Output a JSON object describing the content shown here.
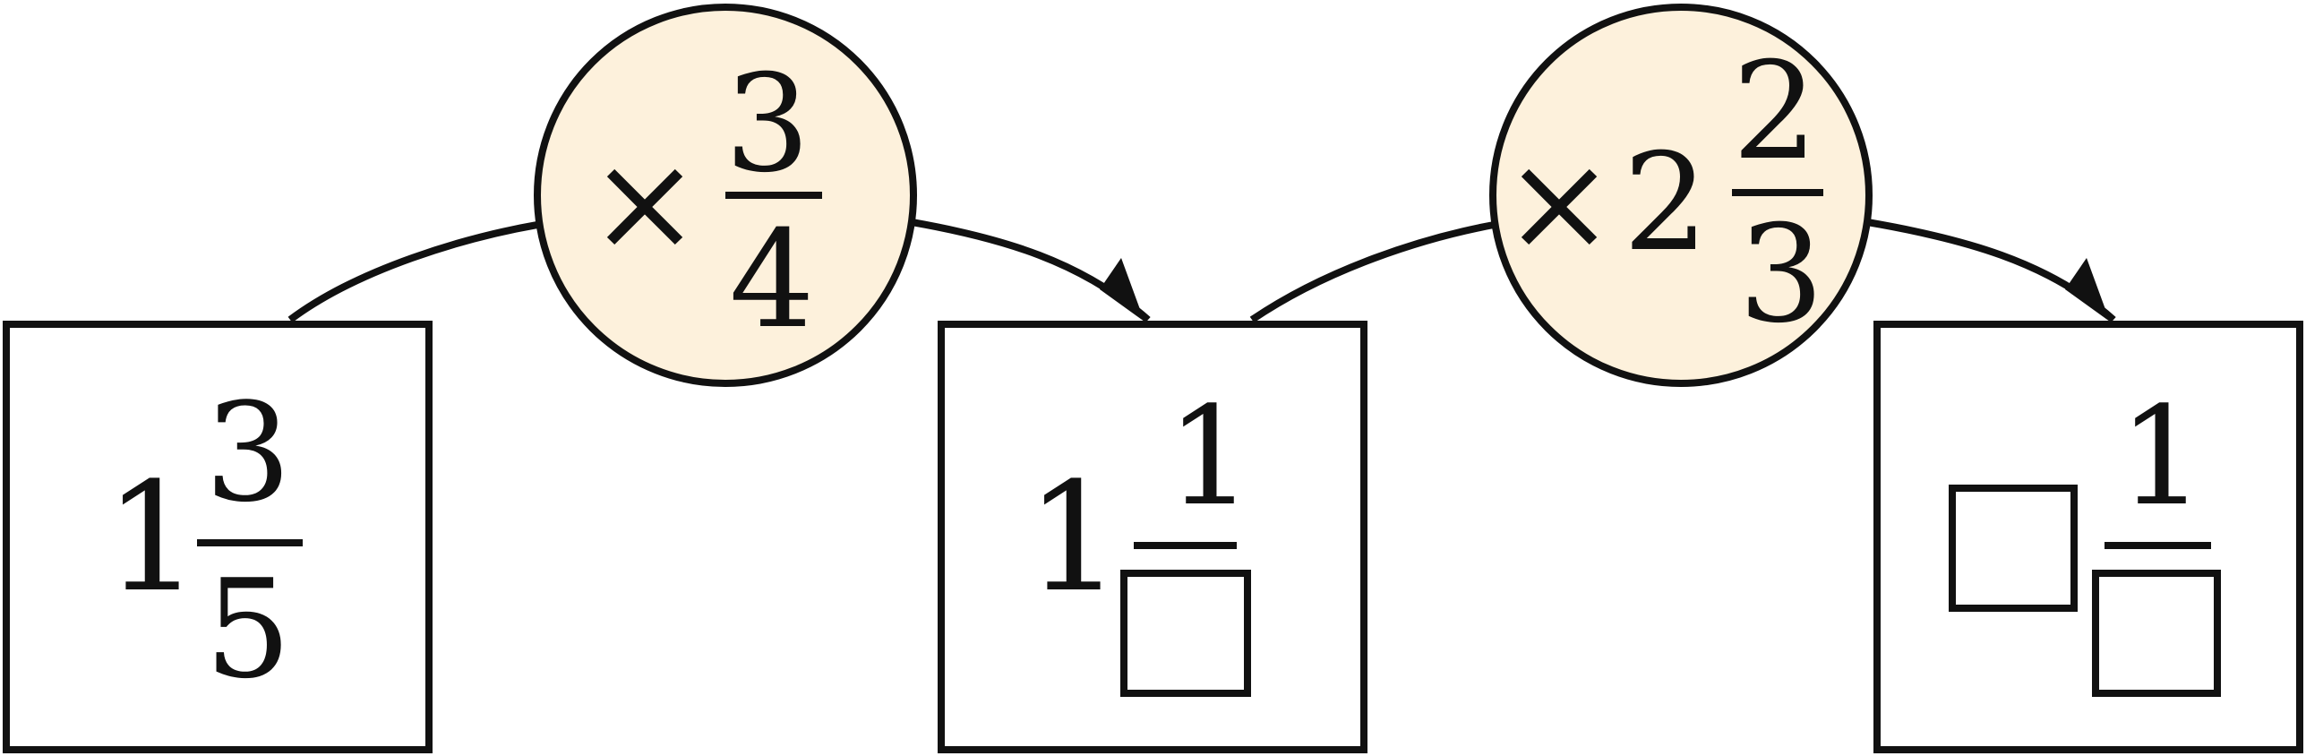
{
  "diagram": {
    "nodes": [
      {
        "id": "start",
        "whole": "1",
        "numerator": "3",
        "denominator": "5",
        "blank_whole": false,
        "blank_denominator": false
      },
      {
        "id": "middle",
        "whole": "1",
        "numerator": "1",
        "denominator": "",
        "blank_whole": false,
        "blank_denominator": true
      },
      {
        "id": "end",
        "whole": "",
        "numerator": "1",
        "denominator": "",
        "blank_whole": true,
        "blank_denominator": true
      }
    ],
    "operators": [
      {
        "id": "op1",
        "symbol": "×",
        "whole": "",
        "numerator": "3",
        "denominator": "4"
      },
      {
        "id": "op2",
        "symbol": "×",
        "whole": "2",
        "numerator": "2",
        "denominator": "3"
      }
    ],
    "colors": {
      "stroke": "#111111",
      "operator_fill": "#fdf1dc",
      "box_fill": "#ffffff"
    }
  }
}
